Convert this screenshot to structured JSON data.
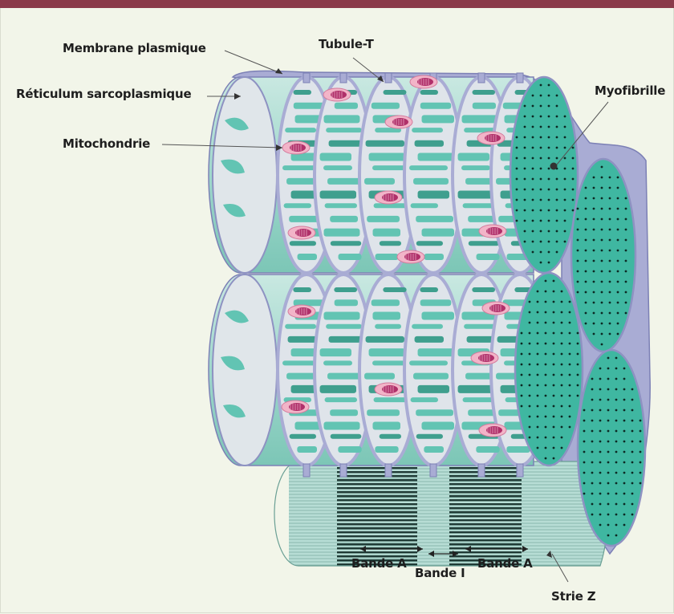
{
  "colors": {
    "top_bar": "#8b3a4a",
    "background": "#f2f5e9",
    "membrane": "#a9acd4",
    "membrane_edge": "#7c80b5",
    "sarcoplasm": "#dfe4ea",
    "reticulum": "#62c4b3",
    "reticulum_dark": "#3f9f8e",
    "myofibril_face": "#3fb7a1",
    "mitochondria": "#f2b4c8",
    "mitochondria_inner": "#b0306a"
  },
  "labels": {
    "membrane": "Membrane plasmique",
    "tubule": "Tubule-T",
    "reticulum": "Réticulum sarcoplasmique",
    "myofibril": "Myofibrille",
    "mitochondria": "Mitochondrie",
    "band_a_left": "Bande A",
    "band_i": "Bande I",
    "band_a_right": "Bande A",
    "z_line": "Strie Z"
  }
}
